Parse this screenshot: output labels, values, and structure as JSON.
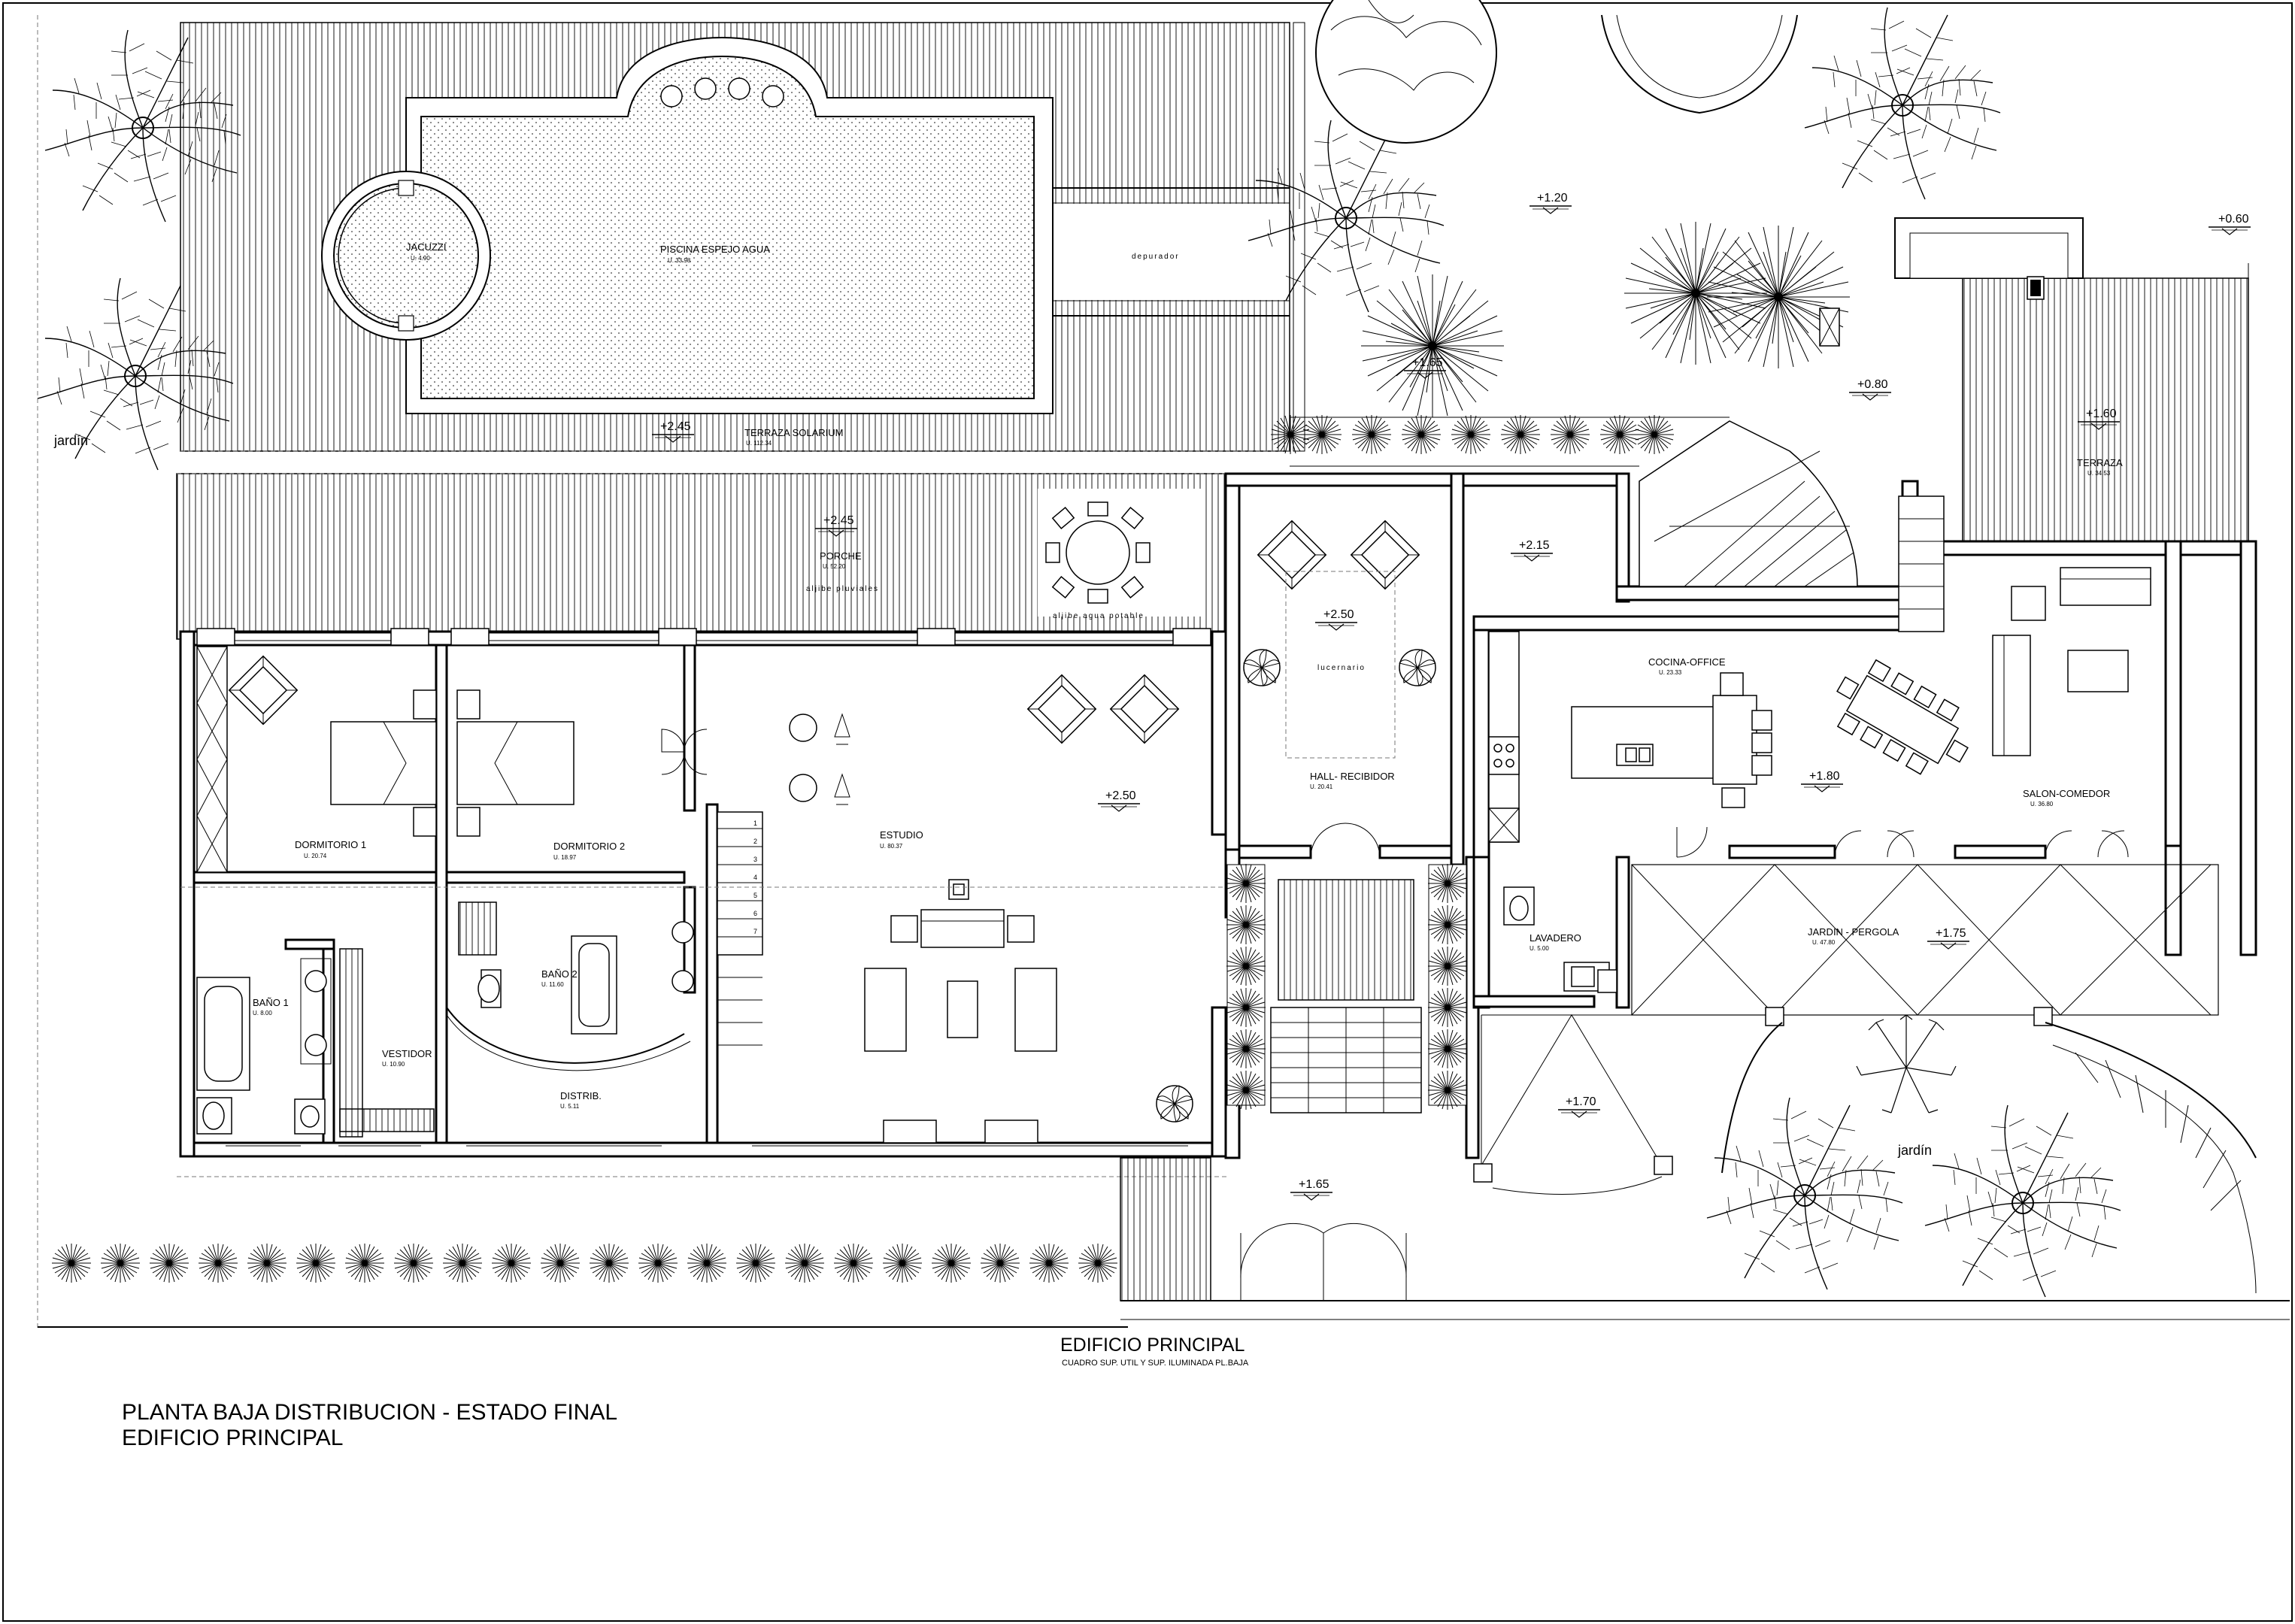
{
  "drawing": {
    "main_title_line1": "PLANTA BAJA DISTRIBUCION - ESTADO FINAL",
    "main_title_line2": "EDIFICIO PRINCIPAL",
    "building_title": "EDIFICIO PRINCIPAL",
    "building_subtitle": "CUADRO SUP. UTIL Y SUP. ILUMINADA PL.BAJA"
  },
  "rooms": {
    "jacuzzi": {
      "name": "JACUZZI",
      "area": "U.   4.90"
    },
    "piscina": {
      "name": "PISCINA ESPEJO AGUA",
      "area": "U.   33.98"
    },
    "terraza_solarium": {
      "name": "TERRAZA SOLARIUM",
      "area": "U. 112.34"
    },
    "porche": {
      "name": "PORCHE",
      "area": "U.   52.20"
    },
    "dormitorio1": {
      "name": "DORMITORIO 1",
      "area": "U.   20.74"
    },
    "dormitorio2": {
      "name": "DORMITORIO 2",
      "area": "U.   18.97"
    },
    "bano1": {
      "name": "BAÑO 1",
      "area": "U.   8.00"
    },
    "bano2": {
      "name": "BAÑO 2",
      "area": "U.   11.60"
    },
    "vestidor": {
      "name": "VESTIDOR",
      "area": "U.   10.90"
    },
    "distrib": {
      "name": "DISTRIB.",
      "area": "U.   5.11"
    },
    "estudio": {
      "name": "ESTUDIO",
      "area": "U.   80.37"
    },
    "hall": {
      "name": "HALL- RECIBIDOR",
      "area": "U.   20.41"
    },
    "cocina": {
      "name": "COCINA-OFFICE",
      "area": "U.   23.33"
    },
    "salon": {
      "name": "SALON-COMEDOR",
      "area": "U.   36.80"
    },
    "lavadero": {
      "name": "LAVADERO",
      "area": "U.   5.00"
    },
    "jardin_pergola": {
      "name": "JARDIN - PERGOLA",
      "area": "U.   47.80"
    },
    "terraza": {
      "name": "TERRAZA",
      "area": "U.   34.53"
    }
  },
  "annotations": {
    "depurador": "depurador",
    "aljibe_pluviales": "aljibe pluviales",
    "aljibe_potable": "aljibe agua potable",
    "lucernario": "lucernario",
    "jardin_left": "jardín",
    "jardin_right": "jardín"
  },
  "levels": {
    "solarium": "+2.45",
    "porche": "+2.45",
    "estudio": "+2.50",
    "hall": "+2.50",
    "entrance_upper": "+2.15",
    "garden_top": "+1.20",
    "garden_left": "+1.65",
    "garden_mid": "+0.80",
    "terraza": "+1.60",
    "far_right": "+0.60",
    "cocina": "+1.80",
    "pergola": "+1.75",
    "pergola_left": "+1.70",
    "entrance_lower": "+1.65"
  },
  "stairs": {
    "steps": [
      "1",
      "2",
      "3",
      "4",
      "5",
      "6",
      "7"
    ]
  },
  "colors": {
    "line": "#000000",
    "background": "#ffffff",
    "hidden_line": "#777777"
  },
  "icons": [
    "palm-tree-icon",
    "round-tree-icon",
    "shrub-icon",
    "sofa-icon",
    "armchair-icon",
    "bed-icon",
    "bathtub-icon",
    "toilet-icon",
    "sink-icon",
    "dining-table-icon",
    "kitchen-island-icon",
    "plant-pot-icon",
    "stair-icon",
    "north-level-marker-icon"
  ]
}
